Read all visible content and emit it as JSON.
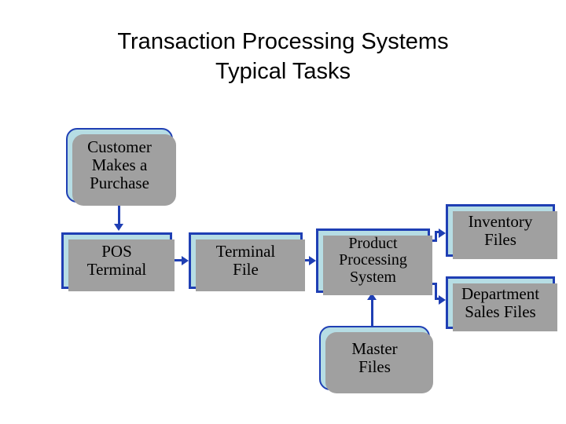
{
  "slide": {
    "title_lines": [
      "Transaction Processing Systems",
      "Typical Tasks"
    ],
    "background_color": "#ffffff"
  },
  "theme": {
    "box_fill": "#b6dde4",
    "box_border": "#1f3fb4",
    "box_shadow": "#a0a0a0",
    "connector_color": "#1f3fb4",
    "text_color": "#000000"
  },
  "diagram": {
    "type": "flowchart",
    "nodes": [
      {
        "id": "customer",
        "shape": "rounded-rectangle",
        "lines": [
          "Customer",
          "Makes a",
          "Purchase"
        ]
      },
      {
        "id": "pos",
        "shape": "rectangle",
        "lines": [
          "POS",
          "Terminal"
        ]
      },
      {
        "id": "terminal-file",
        "shape": "rectangle",
        "lines": [
          "Terminal",
          "File"
        ]
      },
      {
        "id": "product-processing-system",
        "shape": "rectangle",
        "lines": [
          "Product",
          "Processing",
          "System"
        ]
      },
      {
        "id": "inventory-files",
        "shape": "rectangle",
        "lines": [
          "Inventory",
          "Files"
        ]
      },
      {
        "id": "department-sales-files",
        "shape": "rectangle",
        "lines": [
          "Department",
          "Sales Files"
        ]
      },
      {
        "id": "master-files",
        "shape": "rounded-rectangle",
        "lines": [
          "Master",
          "Files"
        ]
      }
    ],
    "connectors": [
      {
        "id": "customer-to-pos",
        "from": "customer",
        "to": "pos",
        "direction": "down"
      },
      {
        "id": "pos-to-terminal-file",
        "from": "pos",
        "to": "terminal-file",
        "direction": "right"
      },
      {
        "id": "terminal-file-to-pps",
        "from": "terminal-file",
        "to": "product-processing-system",
        "direction": "right"
      },
      {
        "id": "pps-to-inventory-files",
        "from": "product-processing-system",
        "to": "inventory-files",
        "direction": "right"
      },
      {
        "id": "pps-to-department-sales-files",
        "from": "product-processing-system",
        "to": "department-sales-files",
        "direction": "right"
      },
      {
        "id": "master-files-to-pps",
        "from": "master-files",
        "to": "product-processing-system",
        "direction": "up"
      }
    ]
  }
}
